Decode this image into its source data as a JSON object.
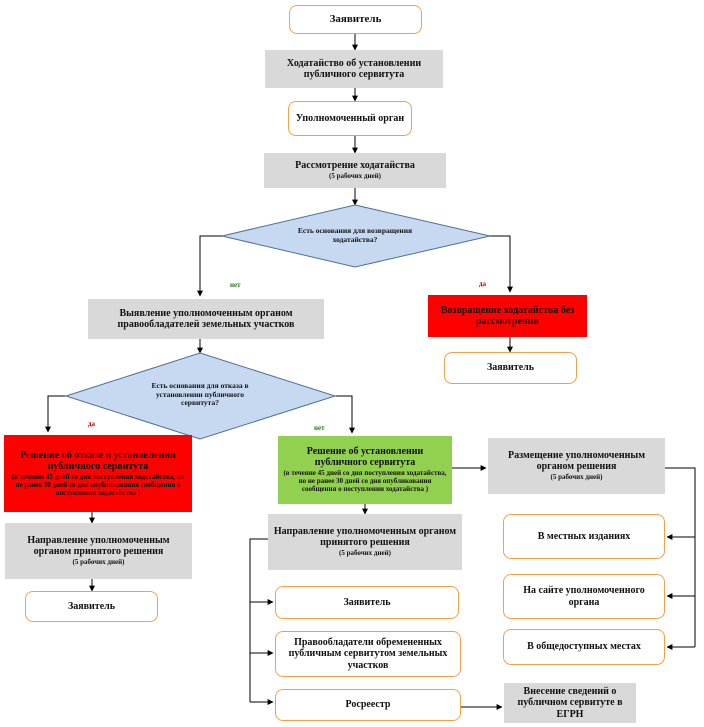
{
  "nodes": {
    "applicant_top": "Заявитель",
    "petition": "Ходатайство об установлении публичного сервитута",
    "authorized_body": "Уполномоченный орган",
    "review_title": "Рассмотрение ходатайства",
    "review_days": "(5 рабочих дней)",
    "decision1": "Есть основания для возвращения ходатайства?",
    "return_petition": "Возвращение ходатайства без рассмотрения",
    "applicant_returned": "Заявитель",
    "identify_owners": "Выявление уполномоченным органом правообладателей земельных участков",
    "decision2": "Есть основания для отказа в установлении публичного сервитута?",
    "refusal_title": "Решение об отказе в установлении публичного сервитута",
    "refusal_terms": "(в течение 45 дней со дня поступления ходатайства, но не ранее 30 дней со дня опубликования сообщения о поступлении ходатайства )",
    "approval_title": "Решение об установлении публичного сервитута",
    "approval_terms": "(в течение 45 дней со дня поступления ходатайства, но не ранее 30 дней со дня опубликования сообщения о поступлении ходатайства )",
    "send_refusal_title": "Направление уполномоченным органом принятого решения",
    "send_refusal_days": "(5 рабочих дней)",
    "applicant_refused": "Заявитель",
    "send_approval_title": "Направление уполномоченным органом принятого решения",
    "send_approval_days": "(5 рабочих дней)",
    "recipient_applicant": "Заявитель",
    "recipient_owners": "Правообладатели обремененных публичным сервитутом земельных участков",
    "recipient_rosreestr": "Росреестр",
    "publish_title": "Размещение уполномоченным органом решения",
    "publish_days": "(5 рабочих дней)",
    "publish_media": "В местных изданиях",
    "publish_website": "На сайте уполномоченного органа",
    "publish_public": "В общедоступных местах",
    "egrn_entry": "Внесение сведений о публичном сервитуте в ЕГРН"
  },
  "labels": {
    "d1_no": "нет",
    "d1_yes": "да",
    "d2_yes": "да",
    "d2_no": "нет"
  },
  "colors": {
    "terminal_border": "#f0a24a",
    "process_fill": "#d9d9d9",
    "decision_fill": "#c6d9f1",
    "refusal_fill": "#ff0000",
    "approval_fill": "#92d050"
  }
}
